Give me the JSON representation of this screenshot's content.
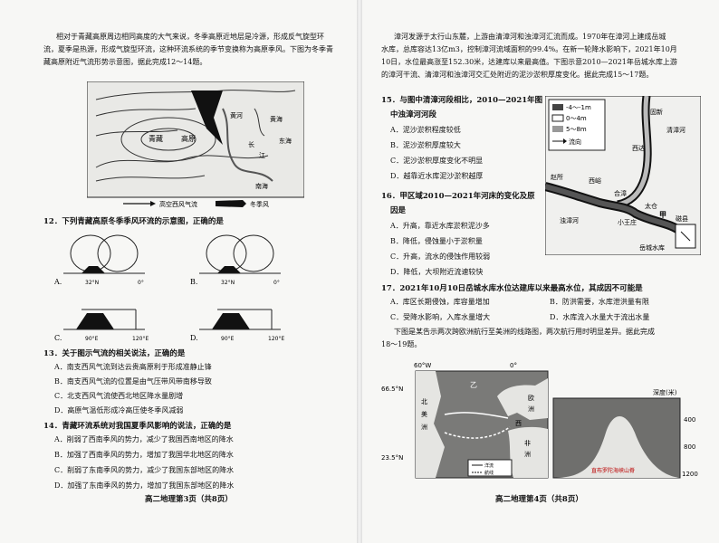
{
  "left": {
    "intro": [
      "相对于青藏高原周边相同高度的大气来说，冬季高原近地层是冷源，形成反气旋型环",
      "流，夏季是热源，形成气旋型环流，这种环流系统的季节变换称为高原季风。下图为冬季青",
      "藏高原附近气流形势示意图，据此完成12～14题。"
    ],
    "map1": {
      "labels": [
        "青藏",
        "高原",
        "黄河",
        "长",
        "江",
        "南海",
        "东海",
        "黄海"
      ],
      "legend_westerly": "高空西风气流",
      "legend_monsoon": "冬季风"
    },
    "q12": {
      "stem": "12．下列青藏高原冬季季风环流的示意图，正确的是",
      "options": [
        {
          "letter": "A.",
          "lat": "32°N",
          "lon": "0°"
        },
        {
          "letter": "B.",
          "lat": "32°N",
          "lon": "0°"
        },
        {
          "letter": "C.",
          "lat": "90°E",
          "lon": "120°E"
        },
        {
          "letter": "D.",
          "lat": "90°E",
          "lon": "120°E"
        }
      ]
    },
    "q13": {
      "stem": "13．关于图示气流的相关说法，正确的是",
      "options": [
        "A．南支西风气流到达云贵高原利于形成准静止锋",
        "B．南支西风气流的位置是由气压带风带南移导致",
        "C．北支西风气流使西北地区降水量剧增",
        "D．高原气温低形成冷高压使冬季风减弱"
      ]
    },
    "q14": {
      "stem": "14．青藏环流系统对我国夏季风影响的说法，正确的是",
      "options": [
        "A．削弱了西南季风的势力，减少了我国西南地区的降水",
        "B．加强了西南季风的势力，增加了我国华北地区的降水",
        "C．削弱了东南季风的势力，减少了我国东部地区的降水",
        "D．加强了东南季风的势力，增加了我国东部地区的降水"
      ]
    },
    "footer": "高二地理第3页（共8页）"
  },
  "right": {
    "intro": [
      "漳河发源于太行山东麓，上游由清漳河和浊漳河汇流而成。1970年在漳河上建成岳城",
      "水库，总库容达13亿m3，控制漳河流域面积的99.4%。在新一轮降水影响下，2021年10月",
      "10日，水位最高涨至152.30米，达建库以来最高值。下图示意2010—2021年岳城水库上游",
      "的漳河干流、清漳河和浊漳河交汇处附近的泥沙淤积厚度变化。据此完成15～17题。"
    ],
    "q15": {
      "stem": "15．与图中清漳河段相比，2010—2021年图",
      "stem2": "中浊漳河河段",
      "options": [
        "A．泥沙淤积程度较低",
        "B．泥沙淤积厚度较大",
        "C．泥沙淤积厚度变化不明显",
        "D．越靠近水库泥沙淤积越厚"
      ]
    },
    "map2": {
      "legend": [
        "-4～-1m",
        "0～4m",
        "5～8m",
        "流向"
      ],
      "places": [
        "固新",
        "清漳河",
        "西达",
        "赵所",
        "西峪",
        "合漳",
        "浊漳河",
        "小王庄",
        "太仓",
        "磁县",
        "岳城水库",
        "甲"
      ]
    },
    "q16": {
      "stem": "16．甲区域2010—2021年河床的变化及原",
      "stem2": "因是",
      "options": [
        "A．升高，靠近水库淤积泥沙多",
        "B．降低，侵蚀量小于淤积量",
        "C．升高，流水的侵蚀作用较弱",
        "D．降低，大坝附近流速较快"
      ]
    },
    "q17": {
      "stem": "17．2021年10月10日岳城水库水位达建库以来最高水位，其成因不可能是",
      "options": [
        "A．库区长期侵蚀，库容量增加",
        "B．防洪需要，水库泄洪量有限",
        "C．受降水影响，入库水量增大",
        "D．水库流入水量大于流出水量"
      ]
    },
    "intro2": [
      "下图是某告示两次跨欧洲航行至美洲的线路图，两次航行用时明显差异。据此完成",
      "18～19题。"
    ],
    "map3": {
      "lon1": "60°W",
      "lon2": "0°",
      "lat1": "66.5°N",
      "lat2": "23.5°N",
      "regions": [
        "北",
        "美",
        "洲",
        "乙",
        "欧",
        "洲",
        "西",
        "非",
        "洲"
      ],
      "legend1": "洋流",
      "legend2": "航线",
      "depth_title": "深度(米)",
      "depth_ticks": [
        "400",
        "800",
        "1200"
      ],
      "caption": "直布罗陀海峡山脊"
    },
    "footer": "高二地理第4页（共8页）"
  }
}
